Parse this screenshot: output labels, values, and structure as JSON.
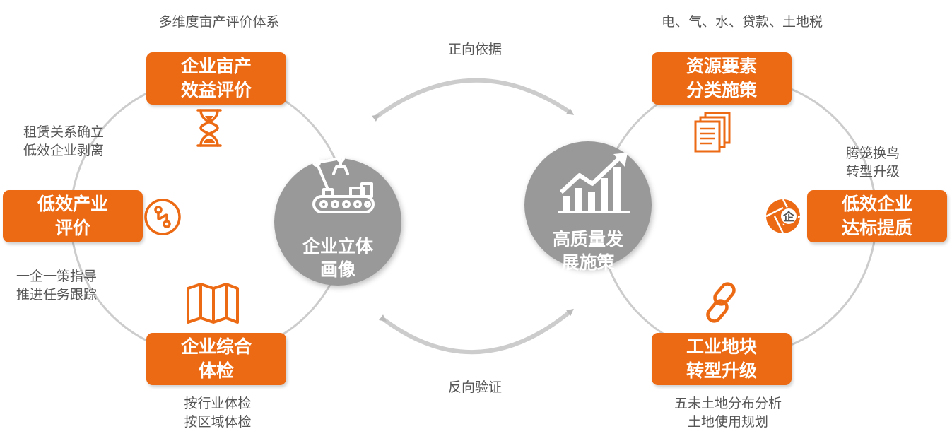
{
  "left_cycle": {
    "top_label": "多维度亩产评价体系",
    "boxes": {
      "top": [
        "企业亩产",
        "效益评价"
      ],
      "left": [
        "低效产业",
        "评价"
      ],
      "bottom": [
        "企业综合",
        "体检"
      ]
    },
    "side_labels": {
      "upper_left": [
        "租赁关系确立",
        "低效企业剥离"
      ],
      "lower_left": [
        "一企一策指导",
        "推进任务跟踪"
      ],
      "bottom": [
        "按行业体检",
        "按区域体检"
      ]
    },
    "hub": [
      "企业立体",
      "画像"
    ]
  },
  "right_cycle": {
    "top_label": "电、气、水、贷款、土地税",
    "boxes": {
      "top": [
        "资源要素",
        "分类施策"
      ],
      "right": [
        "低效企业",
        "达标提质"
      ],
      "bottom": [
        "工业地块",
        "转型升级"
      ]
    },
    "side_labels": {
      "upper_right": [
        "腾笼换鸟",
        "转型升级"
      ],
      "bottom": [
        "五未土地分布分析",
        "土地使用规划"
      ]
    },
    "hub": [
      "高质量发",
      "展施策"
    ],
    "badge_char": "企"
  },
  "arrows": {
    "top_label": "正向依据",
    "bottom_label": "反向验证"
  },
  "colors": {
    "accent": "#ec6a14",
    "hub": "#999999",
    "ring": "#cccccc",
    "text": "#555555"
  },
  "icons": [
    "hourglass-icon",
    "route-icon",
    "map-icon",
    "robot-arm-icon",
    "documents-icon",
    "aperture-icon",
    "chain-link-icon",
    "growth-chart-icon"
  ]
}
